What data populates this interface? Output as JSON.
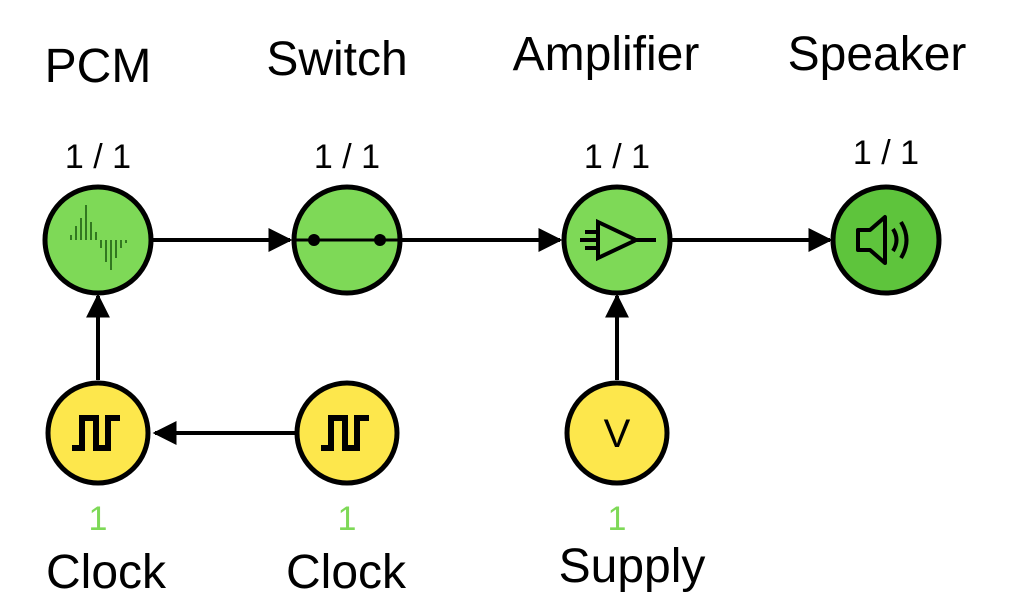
{
  "nodes": {
    "pcm": {
      "title": "PCM",
      "ratio": "1 / 1",
      "icon": "waveform-icon",
      "fill": "#7ed957"
    },
    "switch": {
      "title": "Switch",
      "ratio": "1 / 1",
      "icon": "switch-icon",
      "fill": "#7ed957"
    },
    "amplifier": {
      "title": "Amplifier",
      "ratio": "1 / 1",
      "icon": "amplifier-icon",
      "fill": "#7ed957"
    },
    "speaker": {
      "title": "Speaker",
      "ratio": "1 / 1",
      "icon": "speaker-icon",
      "fill": "#5ec43c"
    },
    "clock1": {
      "title": "Clock",
      "count": "1",
      "icon": "square-wave-icon",
      "fill": "#fde74c"
    },
    "clock2": {
      "title": "Clock",
      "count": "1",
      "icon": "square-wave-icon",
      "fill": "#fde74c"
    },
    "supply": {
      "title": "Supply",
      "count": "1",
      "symbol": "V",
      "icon": "voltage-icon",
      "fill": "#fde74c"
    }
  },
  "colors": {
    "green_text": "#7ed957",
    "stroke": "#000000"
  }
}
